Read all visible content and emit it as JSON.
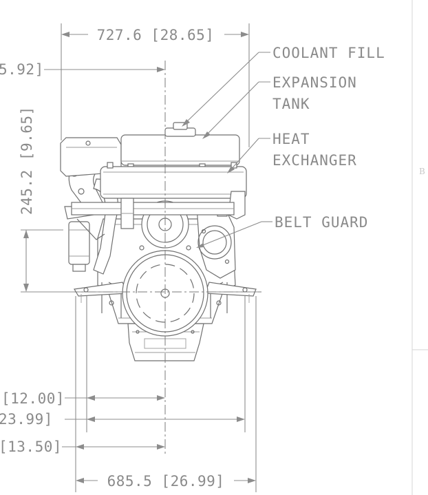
{
  "dimensions": {
    "top_width": "727.6 [28.65]",
    "left_top_partial": "5.92]",
    "vertical_height": "245.2 [9.65]",
    "bottom_left_1": "[12.00]",
    "bottom_left_2": "23.99]",
    "bottom_left_3": "[13.50]",
    "bottom_width": "685.5 [26.99]"
  },
  "callouts": {
    "coolant_fill": "COOLANT FILL",
    "expansion_tank_line1": "EXPANSION",
    "expansion_tank_line2": "TANK",
    "heat_exchanger_line1": "HEAT",
    "heat_exchanger_line2": "EXCHANGER",
    "belt_guard": "BELT GUARD"
  },
  "edge_letter": "B"
}
